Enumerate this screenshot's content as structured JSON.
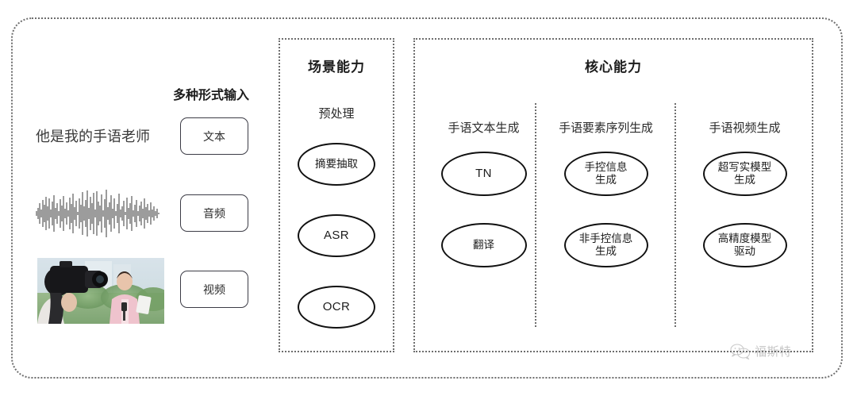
{
  "diagram": {
    "input_section": {
      "heading": "多种形式输入",
      "sample_text": "他是我的手语老师",
      "modalities": [
        {
          "chip_label": "文本",
          "media": "text-sample"
        },
        {
          "chip_label": "音频",
          "media": "audio-waveform"
        },
        {
          "chip_label": "视频",
          "media": "video-thumbnail"
        }
      ]
    },
    "scene_panel": {
      "title": "场景能力",
      "subtitle": "预处理",
      "nodes": [
        "摘要抽取",
        "ASR",
        "OCR"
      ]
    },
    "core_panel": {
      "title": "核心能力",
      "columns": [
        {
          "header": "手语文本生成",
          "nodes": [
            "TN",
            "翻译"
          ]
        },
        {
          "header": "手语要素序列生成",
          "nodes": [
            "手控信息\n生成",
            "非手控信息\n生成"
          ]
        },
        {
          "header": "手语视频生成",
          "nodes": [
            "超写实模型\n生成",
            "高精度模型\n驱动"
          ]
        }
      ]
    },
    "watermark": {
      "label": "福斯特",
      "icon": "wechat-icon"
    },
    "colors": {
      "border_dotted": "#6e6e6e",
      "node_border": "#111111",
      "chip_border": "#3c3c46",
      "text": "#2b2b2b",
      "background": "#ffffff"
    }
  }
}
